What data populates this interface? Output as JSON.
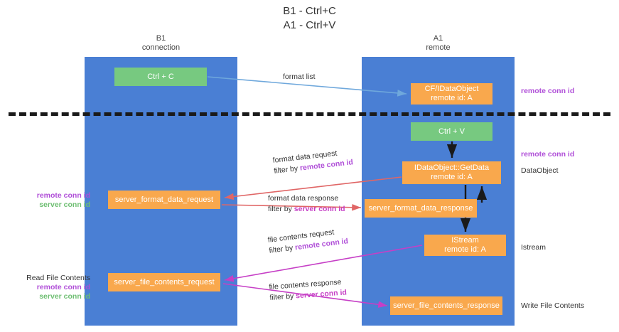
{
  "title": {
    "line1": "B1 - Ctrl+C",
    "line2": "A1 - Ctrl+V"
  },
  "lanes": [
    {
      "id": "b1",
      "name": "B1",
      "role": "connection",
      "color": "#4a7fd4"
    },
    {
      "id": "a1",
      "name": "A1",
      "role": "remote",
      "color": "#4a7fd4"
    }
  ],
  "nodes": {
    "ctrl_c": {
      "line1": "Ctrl + C",
      "line2": "",
      "color": "#77c980"
    },
    "cf_dataobject": {
      "line1": "CF/IDataObject",
      "line2": "remote id: A",
      "color": "#f9a84d"
    },
    "ctrl_v": {
      "line1": "Ctrl + V",
      "line2": "",
      "color": "#77c980"
    },
    "getdata": {
      "line1": "IDataObject::GetData",
      "line2": "remote id: A",
      "color": "#f9a84d"
    },
    "server_format_data_request": {
      "line1": "server_format_data_request",
      "line2": "",
      "color": "#f9a84d"
    },
    "server_format_data_response": {
      "line1": "server_format_data_response",
      "line2": "",
      "color": "#f9a84d"
    },
    "istream": {
      "line1": "IStream",
      "line2": "remote id: A",
      "color": "#f9a84d"
    },
    "server_file_contents_request": {
      "line1": "server_file_contents_request",
      "line2": "",
      "color": "#f9a84d"
    },
    "server_file_contents_response": {
      "line1": "server_file_contents_response",
      "line2": "",
      "color": "#f9a84d"
    }
  },
  "edge_labels": {
    "format_list": "format list",
    "format_data_request": "format data request",
    "format_data_request_filter_prefix": "filter by ",
    "format_data_request_filter_key": "remote conn id",
    "format_data_response": "format data response",
    "format_data_response_filter_prefix": "filter by ",
    "format_data_response_filter_key": "server conn id",
    "file_contents_request": "file contents request",
    "file_contents_request_filter_prefix": "filter by ",
    "file_contents_request_filter_key": "remote conn id",
    "file_contents_response": "file contents response",
    "file_contents_response_filter_prefix": "filter by ",
    "file_contents_response_filter_key": "server conn id"
  },
  "annotations": {
    "left_mid_remote": "remote conn id",
    "left_mid_server": "server conn id",
    "left_bottom_caption": "Read File Contents",
    "left_bottom_remote": "remote conn id",
    "left_bottom_server": "server conn id",
    "right_top_remote": "remote conn id",
    "right_mid_remote": "remote conn id",
    "right_mid_dataobject": "DataObject",
    "right_istream": "Istream",
    "right_write_file": "Write File Contents"
  },
  "colors": {
    "lane": "#4a7fd4",
    "orange": "#f9a84d",
    "green": "#77c980",
    "purple": "#b04fd8",
    "green_text": "#6fbf73",
    "arrow_blue": "#6fa8dc",
    "arrow_red": "#e06666",
    "arrow_magenta": "#c63fc6",
    "arrow_black": "#1a1a1a",
    "divider": "#1a1a1a"
  }
}
